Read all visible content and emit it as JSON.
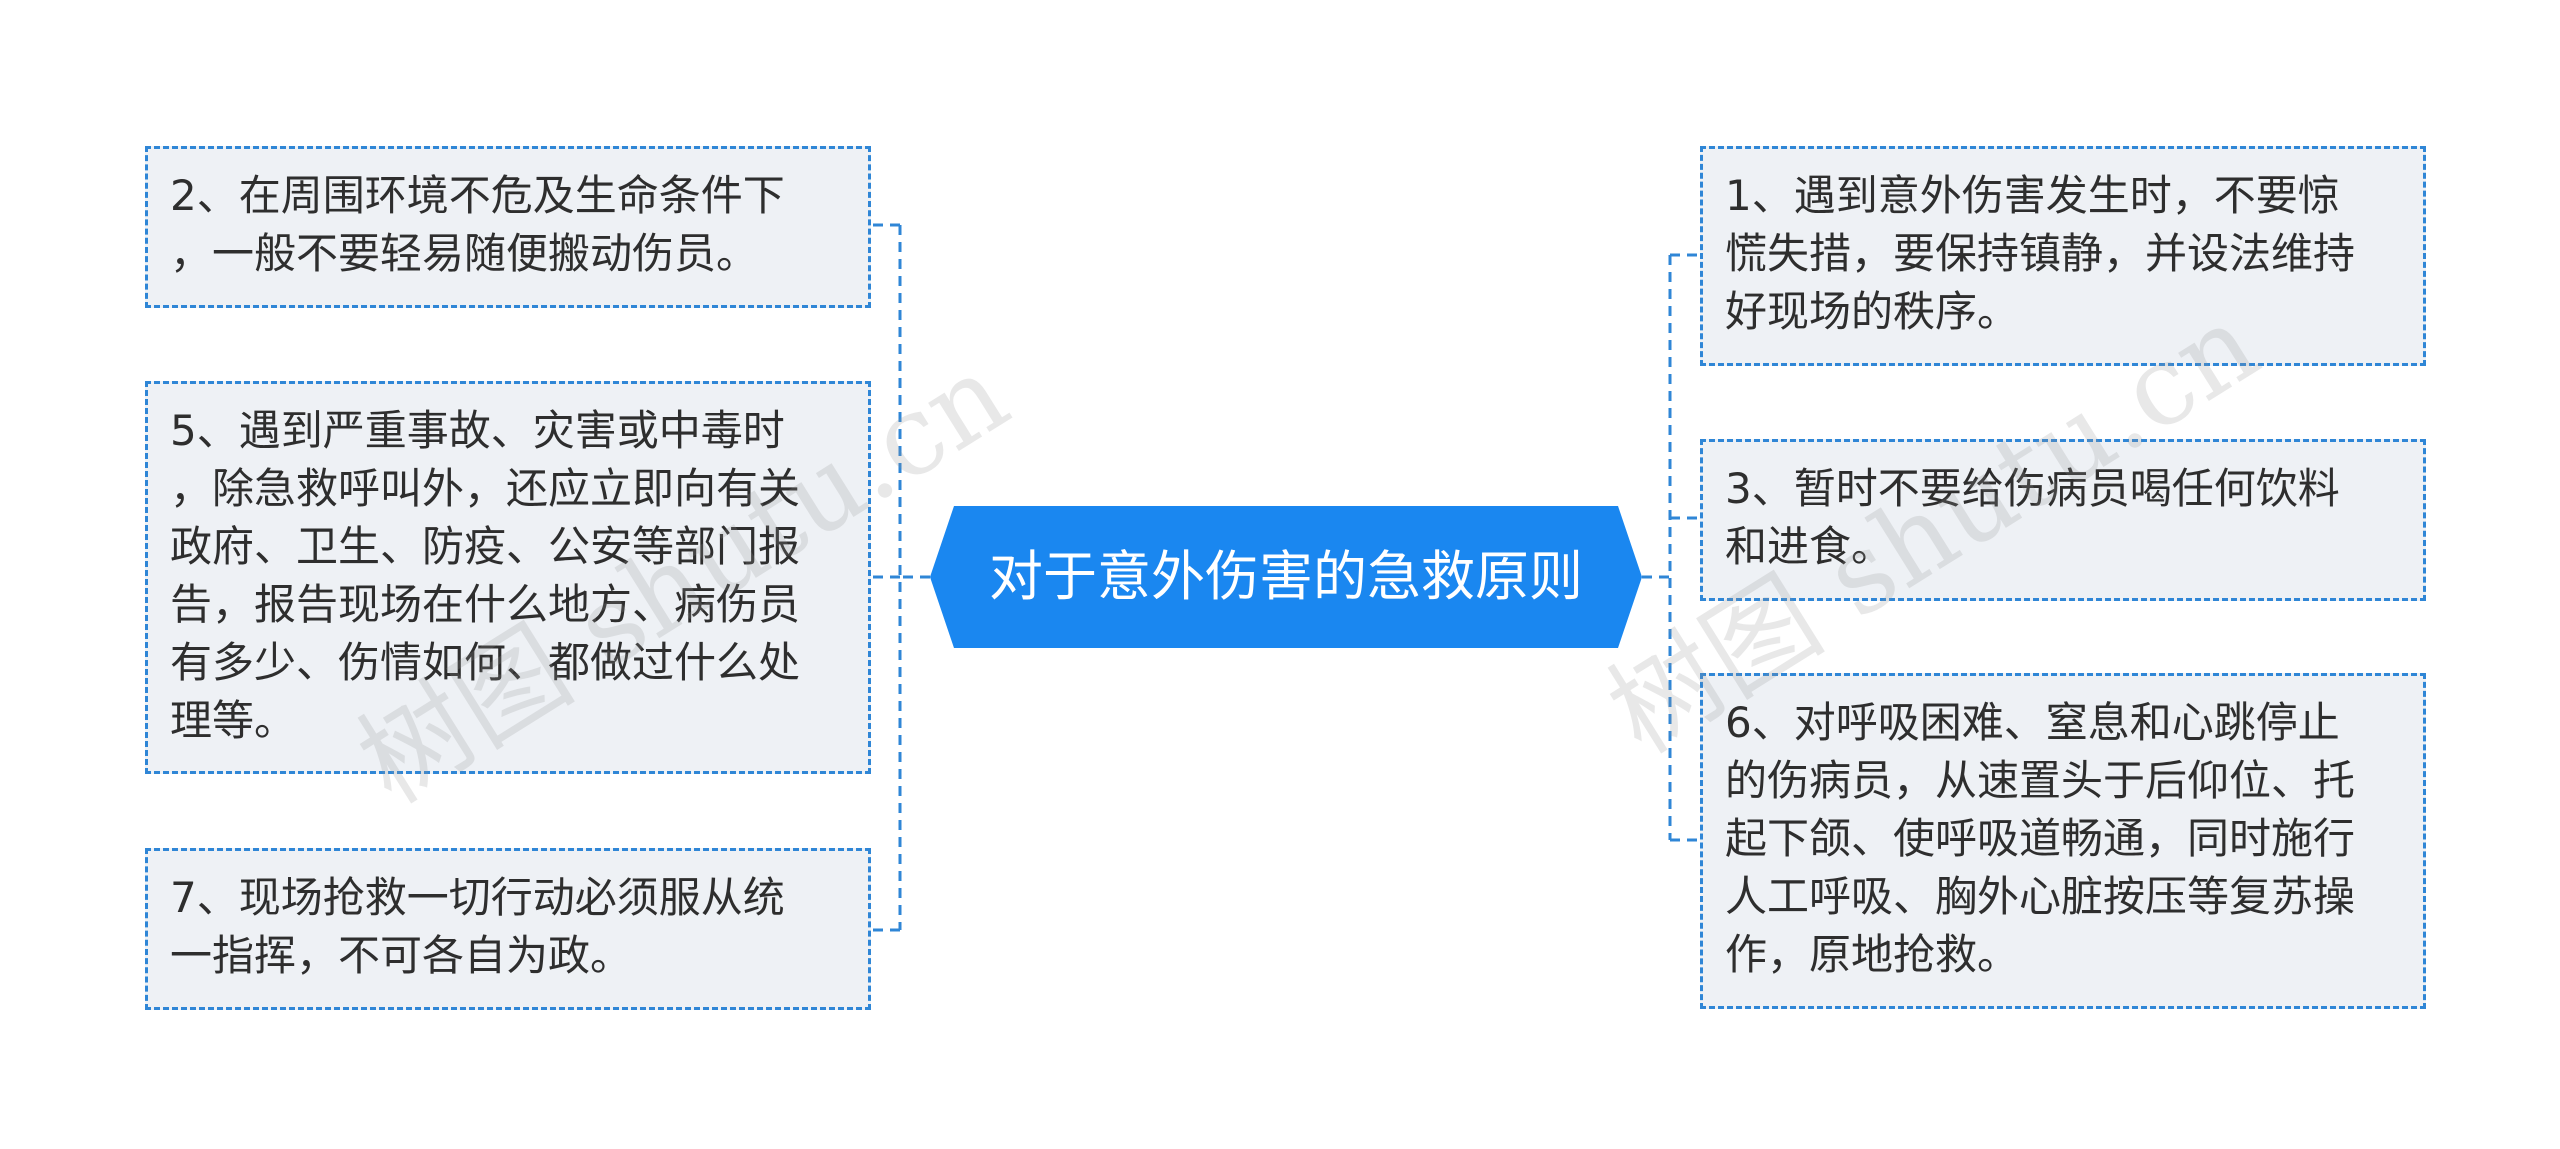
{
  "colors": {
    "central_fill": "#1a87f0",
    "node_fill": "#eef1f5",
    "node_border": "#2f86d6",
    "connector": "#2f86d6",
    "text": "#2e2e2e"
  },
  "central": {
    "label": "对于意外伤害的急救原则"
  },
  "left_nodes": [
    {
      "text": "2、在周围环境不危及生命条件下\n，一般不要轻易随便搬动伤员。"
    },
    {
      "text": "5、遇到严重事故、灾害或中毒时\n，除急救呼叫外，还应立即向有关\n政府、卫生、防疫、公安等部门报\n告，报告现场在什么地方、病伤员\n有多少、伤情如何、都做过什么处\n理等。"
    },
    {
      "text": "7、现场抢救一切行动必须服从统\n一指挥，不可各自为政。"
    }
  ],
  "right_nodes": [
    {
      "text": "1、遇到意外伤害发生时，不要惊\n慌失措，要保持镇静，并设法维持\n好现场的秩序。"
    },
    {
      "text": "3、暂时不要给伤病员喝任何饮料\n和进食。"
    },
    {
      "text": "6、对呼吸困难、窒息和心跳停止\n的伤病员，从速置头于后仰位、托\n起下颌、使呼吸道畅通，同时施行\n人工呼吸、胸外心脏按压等复苏操\n作，原地抢救。"
    }
  ],
  "watermark": {
    "left": "树图 shutu.cn",
    "right": "树图 shutu.cn"
  }
}
